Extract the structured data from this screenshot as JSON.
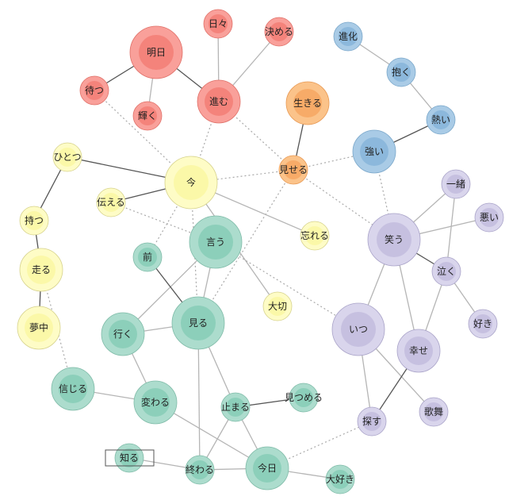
{
  "palette": {
    "red": {
      "outer": "#f9a09a",
      "inner": "#f4837b",
      "stroke": "#e07068"
    },
    "orange": {
      "outer": "#fbc38a",
      "inner": "#f7ab68",
      "stroke": "#e89a55"
    },
    "yellow": {
      "outer": "#fefcc6",
      "inner": "#fbf8a8",
      "stroke": "#d6d28c"
    },
    "teal": {
      "outer": "#acdccd",
      "inner": "#8ccfba",
      "stroke": "#7fbba8"
    },
    "blue": {
      "outer": "#a9cbe6",
      "inner": "#8cb8dc",
      "stroke": "#7aa7ca"
    },
    "purple": {
      "outer": "#d9d5ec",
      "inner": "#c6c0e0",
      "stroke": "#a9a3c8"
    }
  },
  "nodes": [
    {
      "id": "hibi",
      "label": "日々",
      "color": "red",
      "size": 1
    },
    {
      "id": "kimeru",
      "label": "決める",
      "color": "red",
      "size": 1
    },
    {
      "id": "ashita",
      "label": "明日",
      "color": "red",
      "size": 3
    },
    {
      "id": "matsu",
      "label": "待つ",
      "color": "red",
      "size": 1
    },
    {
      "id": "kagayaku",
      "label": "輝く",
      "color": "red",
      "size": 1
    },
    {
      "id": "susumu",
      "label": "進む",
      "color": "red",
      "size": 2
    },
    {
      "id": "ikiru",
      "label": "生きる",
      "color": "orange",
      "size": 2
    },
    {
      "id": "miseru",
      "label": "見せる",
      "color": "orange",
      "size": 1
    },
    {
      "id": "shinka",
      "label": "進化",
      "color": "blue",
      "size": 1
    },
    {
      "id": "daku",
      "label": "抱く",
      "color": "blue",
      "size": 1
    },
    {
      "id": "atsui",
      "label": "熱い",
      "color": "blue",
      "size": 1
    },
    {
      "id": "tsuyoi",
      "label": "強い",
      "color": "blue",
      "size": 2
    },
    {
      "id": "hitotsu",
      "label": "ひとつ",
      "color": "yellow",
      "size": 1
    },
    {
      "id": "ima",
      "label": "今",
      "color": "yellow",
      "size": 3
    },
    {
      "id": "tsutaeru",
      "label": "伝える",
      "color": "yellow",
      "size": 1
    },
    {
      "id": "motsu",
      "label": "持つ",
      "color": "yellow",
      "size": 1
    },
    {
      "id": "hashiru",
      "label": "走る",
      "color": "yellow",
      "size": 2
    },
    {
      "id": "muchuu",
      "label": "夢中",
      "color": "yellow",
      "size": 2
    },
    {
      "id": "wasureru",
      "label": "忘れる",
      "color": "yellow",
      "size": 1
    },
    {
      "id": "taisetsu",
      "label": "大切",
      "color": "yellow",
      "size": 1
    },
    {
      "id": "iu",
      "label": "言う",
      "color": "teal",
      "size": 3
    },
    {
      "id": "mae",
      "label": "前",
      "color": "teal",
      "size": 1
    },
    {
      "id": "miru",
      "label": "見る",
      "color": "teal",
      "size": 3
    },
    {
      "id": "iku",
      "label": "行く",
      "color": "teal",
      "size": 2
    },
    {
      "id": "shinjiru",
      "label": "信じる",
      "color": "teal",
      "size": 2
    },
    {
      "id": "kawaru",
      "label": "変わる",
      "color": "teal",
      "size": 2
    },
    {
      "id": "tomaru",
      "label": "止まる",
      "color": "teal",
      "size": 1
    },
    {
      "id": "mitsumeru",
      "label": "見つめる",
      "color": "teal",
      "size": 1
    },
    {
      "id": "shiru",
      "label": "知る",
      "color": "teal",
      "size": 1
    },
    {
      "id": "owaru",
      "label": "終わる",
      "color": "teal",
      "size": 1
    },
    {
      "id": "kyou",
      "label": "今日",
      "color": "teal",
      "size": 2
    },
    {
      "id": "daisuki",
      "label": "大好き",
      "color": "teal",
      "size": 1
    },
    {
      "id": "issho",
      "label": "一緒",
      "color": "purple",
      "size": 1
    },
    {
      "id": "warau",
      "label": "笑う",
      "color": "purple",
      "size": 3
    },
    {
      "id": "warui",
      "label": "悪い",
      "color": "purple",
      "size": 1
    },
    {
      "id": "naku",
      "label": "泣く",
      "color": "purple",
      "size": 1
    },
    {
      "id": "suki",
      "label": "好き",
      "color": "purple",
      "size": 1
    },
    {
      "id": "itsu",
      "label": "いつ",
      "color": "purple",
      "size": 3
    },
    {
      "id": "shiawase",
      "label": "幸せ",
      "color": "purple",
      "size": 2
    },
    {
      "id": "sagasu",
      "label": "探す",
      "color": "purple",
      "size": 1
    },
    {
      "id": "kabu",
      "label": "歌舞",
      "color": "purple",
      "size": 1
    }
  ],
  "edges": [
    {
      "from": "ashita",
      "to": "matsu",
      "style": "strong"
    },
    {
      "from": "ashita",
      "to": "susumu",
      "style": "strong"
    },
    {
      "from": "ashita",
      "to": "kagayaku",
      "style": "solid"
    },
    {
      "from": "hibi",
      "to": "susumu",
      "style": "solid"
    },
    {
      "from": "kimeru",
      "to": "susumu",
      "style": "solid"
    },
    {
      "from": "matsu",
      "to": "ima",
      "style": "dotted"
    },
    {
      "from": "susumu",
      "to": "ima",
      "style": "dotted"
    },
    {
      "from": "susumu",
      "to": "miseru",
      "style": "dotted"
    },
    {
      "from": "ikiru",
      "to": "miseru",
      "style": "strong"
    },
    {
      "from": "miseru",
      "to": "ima",
      "style": "dotted"
    },
    {
      "from": "miseru",
      "to": "tsuyoi",
      "style": "dotted"
    },
    {
      "from": "miseru",
      "to": "warau",
      "style": "dotted"
    },
    {
      "from": "miseru",
      "to": "miru",
      "style": "dotted"
    },
    {
      "from": "shinka",
      "to": "daku",
      "style": "solid"
    },
    {
      "from": "daku",
      "to": "atsui",
      "style": "solid"
    },
    {
      "from": "atsui",
      "to": "tsuyoi",
      "style": "strong"
    },
    {
      "from": "tsuyoi",
      "to": "warau",
      "style": "dotted"
    },
    {
      "from": "hitotsu",
      "to": "ima",
      "style": "strong"
    },
    {
      "from": "hitotsu",
      "to": "motsu",
      "style": "strong"
    },
    {
      "from": "tsutaeru",
      "to": "ima",
      "style": "strong"
    },
    {
      "from": "tsutaeru",
      "to": "iu",
      "style": "dotted"
    },
    {
      "from": "motsu",
      "to": "hashiru",
      "style": "strong"
    },
    {
      "from": "hashiru",
      "to": "muchuu",
      "style": "strong"
    },
    {
      "from": "hashiru",
      "to": "shinjiru",
      "style": "dotted"
    },
    {
      "from": "ima",
      "to": "wasureru",
      "style": "solid"
    },
    {
      "from": "ima",
      "to": "taisetsu",
      "style": "solid"
    },
    {
      "from": "ima",
      "to": "mae",
      "style": "dotted"
    },
    {
      "from": "ima",
      "to": "miru",
      "style": "dotted"
    },
    {
      "from": "iu",
      "to": "miru",
      "style": "solid"
    },
    {
      "from": "iu",
      "to": "iku",
      "style": "solid"
    },
    {
      "from": "iu",
      "to": "itsu",
      "style": "dotted"
    },
    {
      "from": "mae",
      "to": "miru",
      "style": "strong"
    },
    {
      "from": "iku",
      "to": "miru",
      "style": "solid"
    },
    {
      "from": "iku",
      "to": "kawaru",
      "style": "solid"
    },
    {
      "from": "shinjiru",
      "to": "kawaru",
      "style": "solid"
    },
    {
      "from": "miru",
      "to": "tomaru",
      "style": "solid"
    },
    {
      "from": "miru",
      "to": "owaru",
      "style": "solid"
    },
    {
      "from": "kawaru",
      "to": "kyou",
      "style": "solid"
    },
    {
      "from": "tomaru",
      "to": "mitsumeru",
      "style": "strong"
    },
    {
      "from": "tomaru",
      "to": "owaru",
      "style": "solid"
    },
    {
      "from": "tomaru",
      "to": "kyou",
      "style": "solid"
    },
    {
      "from": "shiru",
      "to": "owaru",
      "style": "solid"
    },
    {
      "from": "owaru",
      "to": "kyou",
      "style": "solid"
    },
    {
      "from": "kyou",
      "to": "daisuki",
      "style": "solid"
    },
    {
      "from": "kyou",
      "to": "sagasu",
      "style": "dotted"
    },
    {
      "from": "issho",
      "to": "warau",
      "style": "solid"
    },
    {
      "from": "issho",
      "to": "naku",
      "style": "solid"
    },
    {
      "from": "warau",
      "to": "warui",
      "style": "solid"
    },
    {
      "from": "warau",
      "to": "naku",
      "style": "strong"
    },
    {
      "from": "warau",
      "to": "itsu",
      "style": "solid"
    },
    {
      "from": "warau",
      "to": "shiawase",
      "style": "solid"
    },
    {
      "from": "naku",
      "to": "suki",
      "style": "solid"
    },
    {
      "from": "naku",
      "to": "shiawase",
      "style": "solid"
    },
    {
      "from": "itsu",
      "to": "sagasu",
      "style": "solid"
    },
    {
      "from": "itsu",
      "to": "kabu",
      "style": "solid"
    },
    {
      "from": "shiawase",
      "to": "sagasu",
      "style": "strong"
    }
  ],
  "selected": "shiru"
}
